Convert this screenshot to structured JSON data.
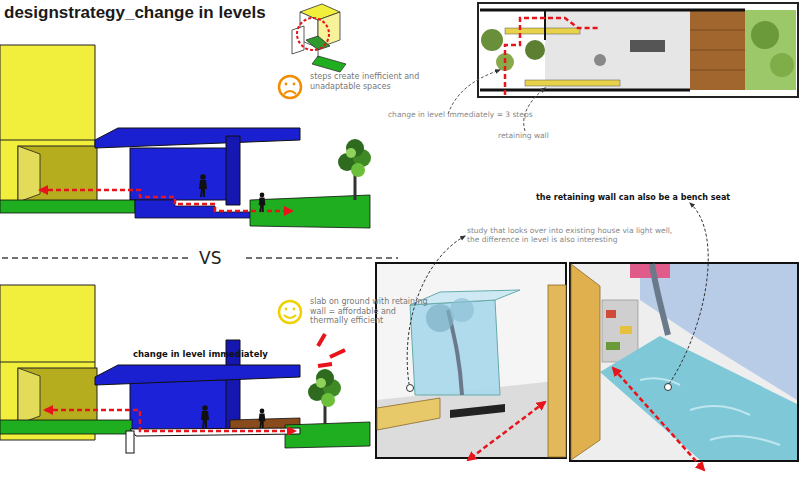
{
  "diagram": {
    "title": "designstrategy_change in levels",
    "labels": [
      "steps create inefficient and unadaptable spaces",
      "VS",
      "slab on ground with retaining wall = affordable and thermally efficient",
      "change in level immediately",
      "change in level immediately = 3 steps",
      "retaining wall",
      "the retaining wall can also be a bench seat",
      "study that looks over into existing house via light well, the difference in level is also interesting"
    ]
  }
}
